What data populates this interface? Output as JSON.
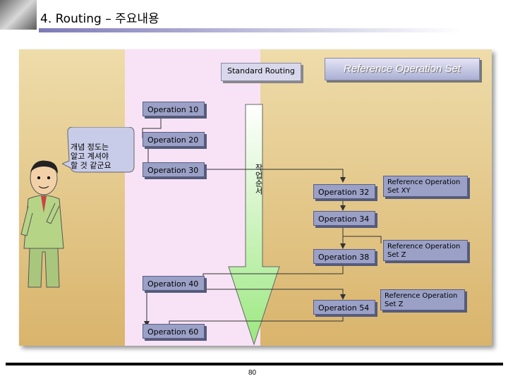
{
  "slide": {
    "title": "4. Routing – 주요내용",
    "page_number": "80"
  },
  "headers": {
    "standard_routing": "Standard Routing",
    "reference_operation_set": "Reference Operation Set"
  },
  "speech_bubble": {
    "line1": "개념 정도는",
    "line2": "알고 계셔야",
    "line3": "할 것 같군요"
  },
  "flow_label": "작업순서",
  "standard_operations": [
    "Operation 10",
    "Operation 20",
    "Operation 30",
    "Operation 40",
    "Operation 60"
  ],
  "reference_operations": [
    "Operation 32",
    "Operation 34",
    "Operation 38",
    "Operation 54"
  ],
  "reference_sets": [
    {
      "line1": "Reference Operation",
      "line2": "Set XY"
    },
    {
      "line1": "Reference Operation",
      "line2": "Set Z"
    },
    {
      "line1": "Reference Operation",
      "line2": "Set Z"
    }
  ],
  "colors": {
    "panel": "#e6c98a",
    "standard_column": "#f8e3f6",
    "operation_box": "#9aa0c6",
    "arrow": "#b8f0a0"
  }
}
